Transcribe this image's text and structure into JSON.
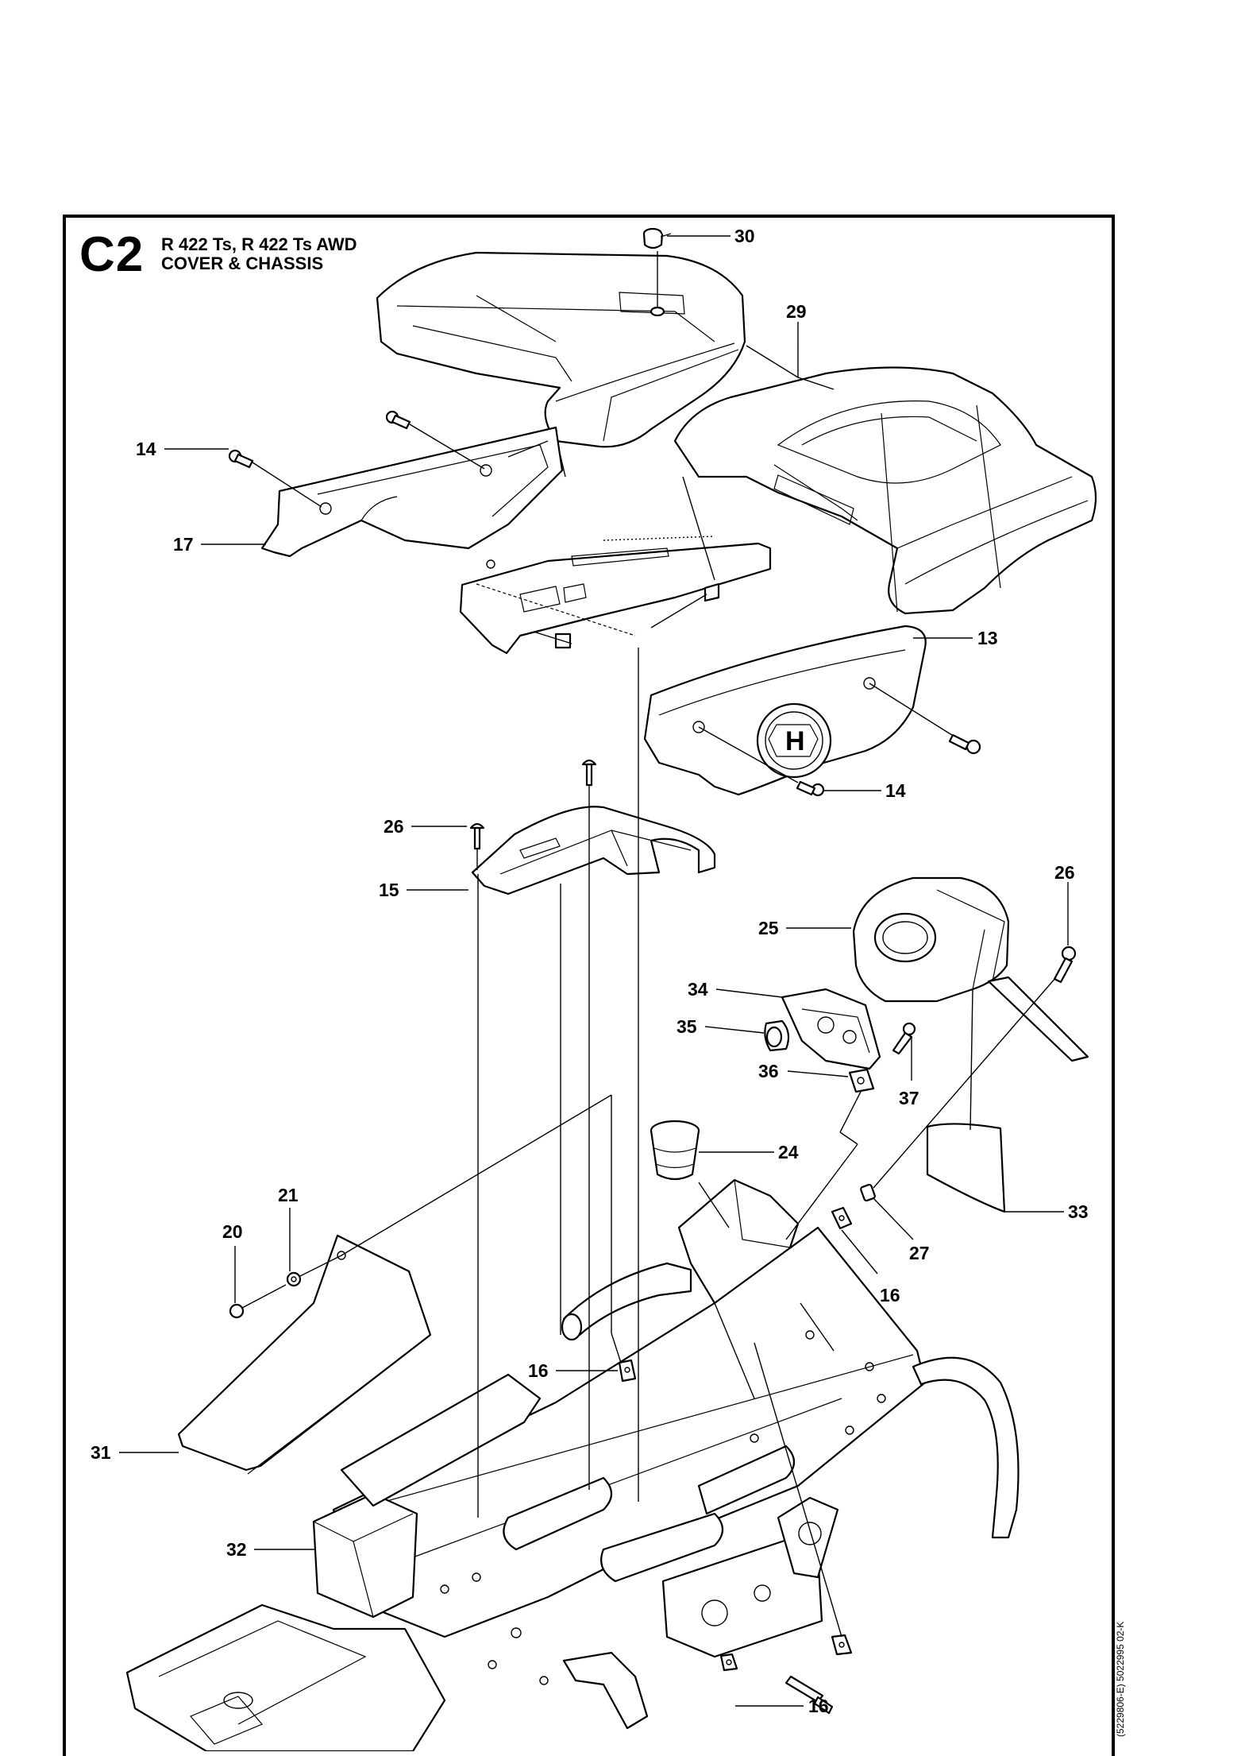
{
  "header": {
    "section_code": "C2",
    "model_line": "R 422 Ts, R 422 Ts AWD",
    "section_title": "COVER & CHASSIS"
  },
  "doc_reference": "(5229806-E) 5022995 02-K",
  "callouts": [
    {
      "id": "c30",
      "label": "30"
    },
    {
      "id": "c29",
      "label": "29"
    },
    {
      "id": "c14a",
      "label": "14"
    },
    {
      "id": "c17",
      "label": "17"
    },
    {
      "id": "c13",
      "label": "13"
    },
    {
      "id": "c14b",
      "label": "14"
    },
    {
      "id": "c26a",
      "label": "26"
    },
    {
      "id": "c15",
      "label": "15"
    },
    {
      "id": "c26b",
      "label": "26"
    },
    {
      "id": "c25",
      "label": "25"
    },
    {
      "id": "c34",
      "label": "34"
    },
    {
      "id": "c35",
      "label": "35"
    },
    {
      "id": "c36",
      "label": "36"
    },
    {
      "id": "c37",
      "label": "37"
    },
    {
      "id": "c24",
      "label": "24"
    },
    {
      "id": "c33",
      "label": "33"
    },
    {
      "id": "c21",
      "label": "21"
    },
    {
      "id": "c20",
      "label": "20"
    },
    {
      "id": "c27",
      "label": "27"
    },
    {
      "id": "c16a",
      "label": "16"
    },
    {
      "id": "c16b",
      "label": "16"
    },
    {
      "id": "c31",
      "label": "31"
    },
    {
      "id": "c32",
      "label": "32"
    },
    {
      "id": "c16c",
      "label": "16"
    }
  ]
}
